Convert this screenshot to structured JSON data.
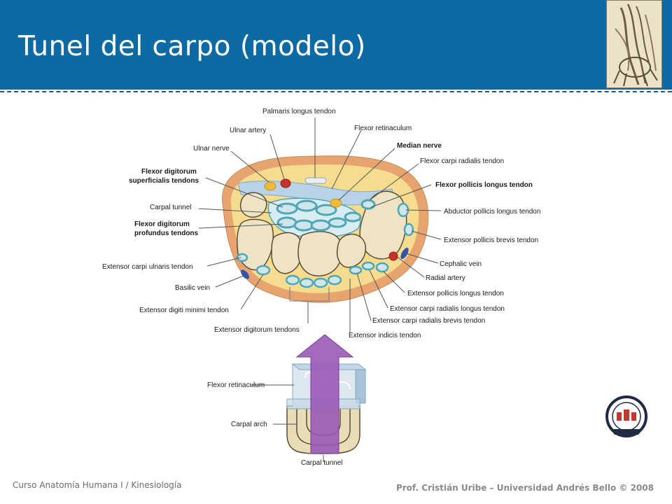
{
  "slide": {
    "title": "Tunel del carpo (modelo)"
  },
  "diagram": {
    "labels": {
      "palmaris_longus": "Palmaris longus tendon",
      "ulnar_artery": "Ulnar artery",
      "flexor_retinaculum_top": "Flexor retinaculum",
      "median_nerve": "Median nerve",
      "ulnar_nerve": "Ulnar nerve",
      "flexor_carpi_radialis": "Flexor carpi radialis tendon",
      "fds_line1": "Flexor digitorum",
      "fds_line2": "superficialis tendons",
      "flexor_pollicis_longus": "Flexor pollicis longus tendon",
      "carpal_tunnel_top": "Carpal tunnel",
      "abductor_pollicis_longus": "Abductor pollicis longus tendon",
      "fdp_line1": "Flexor digitorum",
      "fdp_line2": "profundus tendons",
      "extensor_pollicis_brevis": "Extensor pollicis brevis tendon",
      "cephalic_vein": "Cephalic vein",
      "extensor_carpi_ulnaris": "Extensor carpi ulnaris tendon",
      "radial_artery": "Radial artery",
      "basilic_vein": "Basilic vein",
      "extensor_pollicis_longus": "Extensor pollicis longus tendon",
      "extensor_carpi_radialis_longus": "Extensor carpi radialis longus tendon",
      "extensor_digiti_minimi": "Extensor digiti minimi tendon",
      "extensor_carpi_radialis_brevis": "Extensor carpi radialis brevis tendon",
      "extensor_digitorum": "Extensor digitorum tendons",
      "extensor_indicis": "Extensor indicis tendon",
      "flexor_retinaculum_model": "Flexor retinaculum",
      "carpal_arch": "Carpal arch",
      "carpal_tunnel_model": "Carpal tunnel"
    },
    "colors": {
      "skin": "#e7a46f",
      "fat": "#f6dc8e",
      "bone": "#efe3c6",
      "tendon": "#4fa7b6",
      "retinaculum": "#b8d3e8",
      "artery": "#c8322c",
      "vein": "#2f56a8",
      "nerve": "#f0b93a",
      "arrow": "#9b59b6"
    }
  },
  "footer": {
    "course": "Curso Anatomía Humana I / Kinesiología",
    "credit": "Prof. Cristián Uribe – Universidad Andrés Bello  © 2008"
  }
}
